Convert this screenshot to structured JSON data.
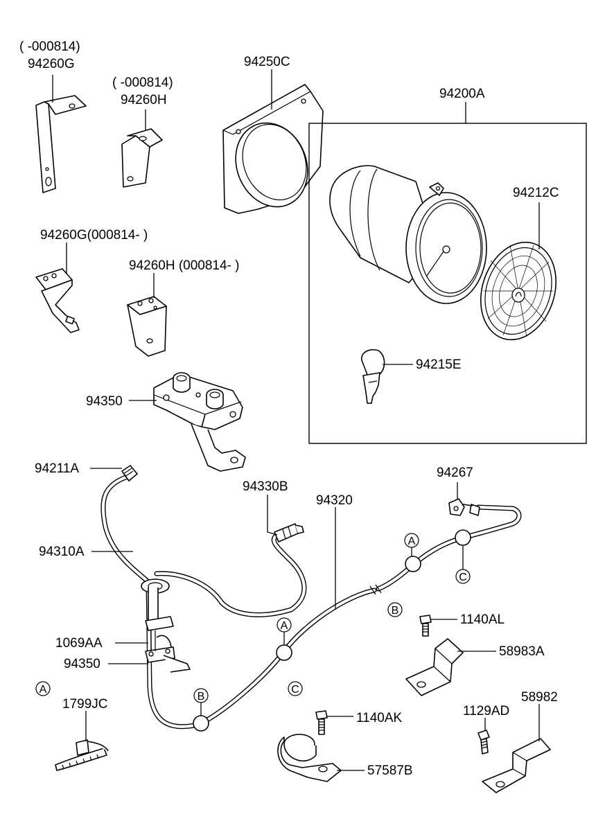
{
  "labels": {
    "p94260G_old_range": "( -000814)",
    "p94260G_old": "94260G",
    "p94260H_old_range": "( -000814)",
    "p94260H_old": "94260H",
    "p94250C": "94250C",
    "p94200A": "94200A",
    "p94212C": "94212C",
    "p94215E": "94215E",
    "p94260G_new": "94260G(000814- )",
    "p94260H_new": "94260H (000814- )",
    "p94350_top": "94350",
    "p94211A": "94211A",
    "p94330B": "94330B",
    "p94320": "94320",
    "p94267": "94267",
    "p94310A": "94310A",
    "p1140AL": "1140AL",
    "p58983A": "58983A",
    "p1069AA": "1069AA",
    "p94350_bottom": "94350",
    "p1799JC": "1799JC",
    "p1140AK": "1140AK",
    "p1129AD": "1129AD",
    "p58982": "58982",
    "p57587B": "57587B"
  },
  "callouts": {
    "a_legend": "A",
    "a_cable_upper": "A",
    "a_cable_lower": "A",
    "b_legend": "B",
    "b_cable": "B",
    "c_legend": "C",
    "c_cable": "C"
  }
}
